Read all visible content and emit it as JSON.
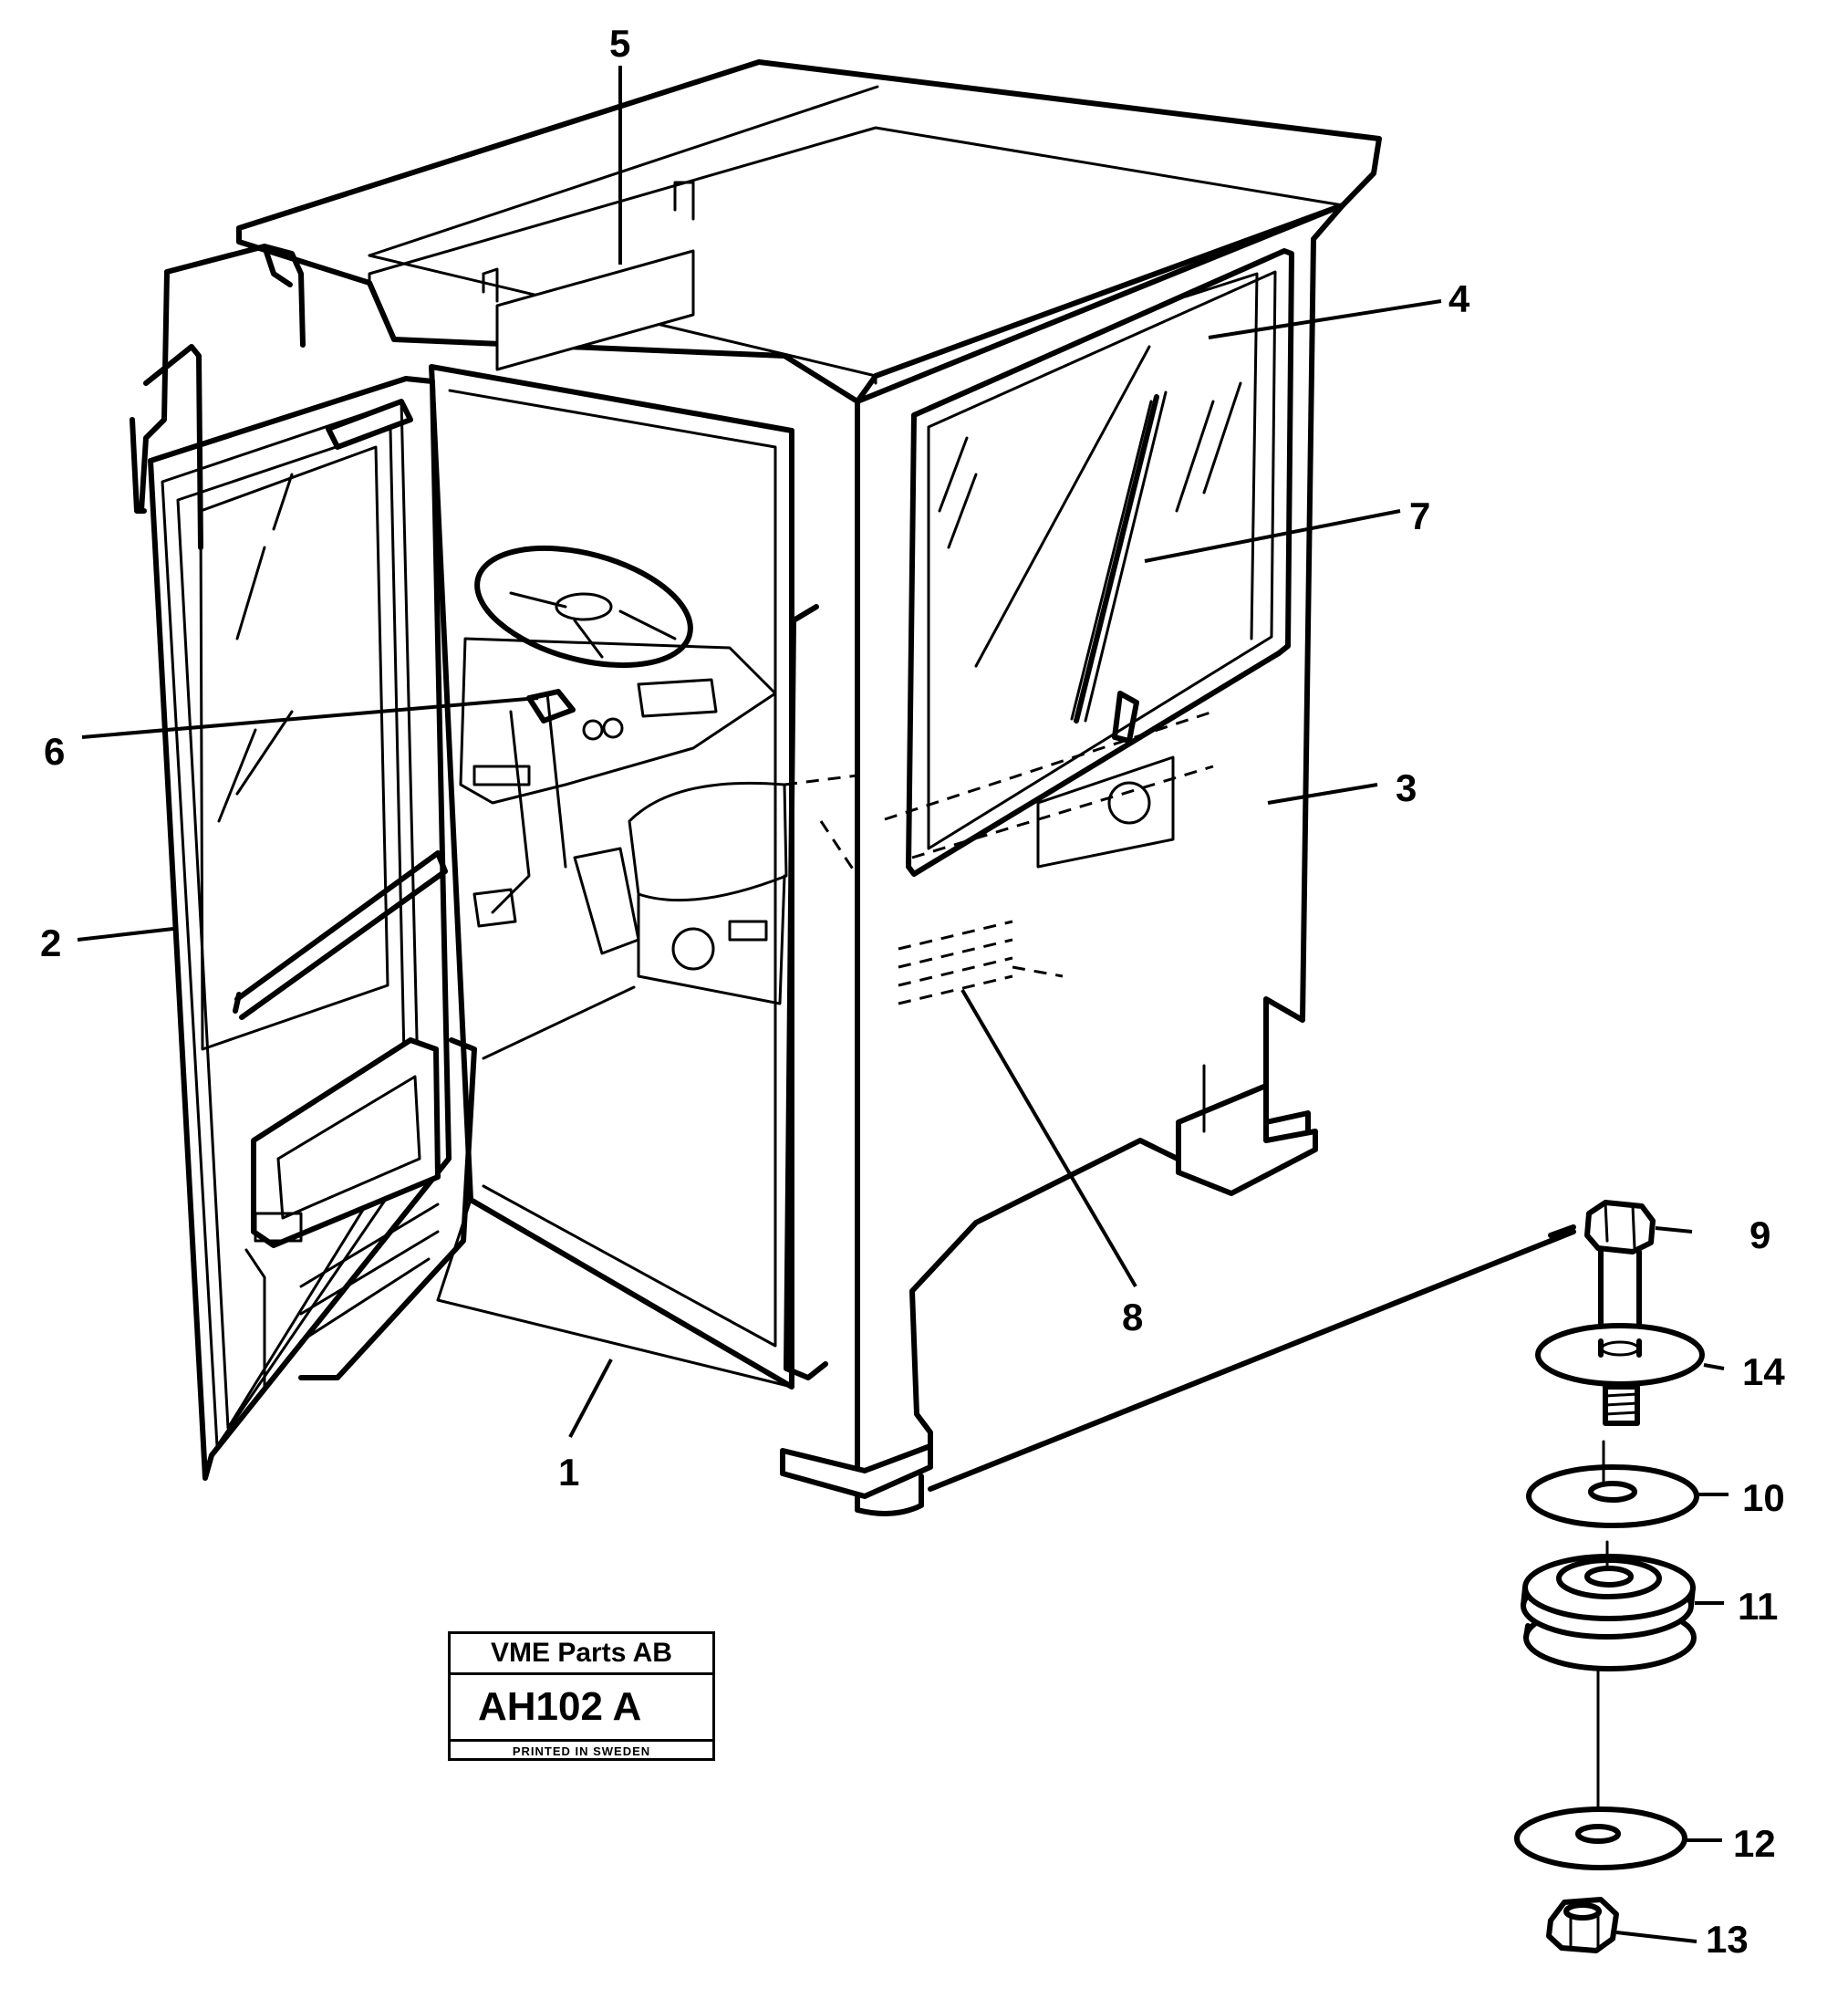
{
  "callouts": [
    {
      "id": "c1",
      "label": "1"
    },
    {
      "id": "c2",
      "label": "2"
    },
    {
      "id": "c3",
      "label": "3"
    },
    {
      "id": "c4",
      "label": "4"
    },
    {
      "id": "c5",
      "label": "5"
    },
    {
      "id": "c6",
      "label": "6"
    },
    {
      "id": "c7",
      "label": "7"
    },
    {
      "id": "c8",
      "label": "8"
    },
    {
      "id": "c9",
      "label": "9"
    },
    {
      "id": "c10",
      "label": "10"
    },
    {
      "id": "c11",
      "label": "11"
    },
    {
      "id": "c12",
      "label": "12"
    },
    {
      "id": "c13",
      "label": "13"
    },
    {
      "id": "c14",
      "label": "14"
    }
  ],
  "title_block": {
    "company": "VME Parts AB",
    "drawing_code": "AH102 A",
    "printed": "PRINTED IN SWEDEN"
  }
}
